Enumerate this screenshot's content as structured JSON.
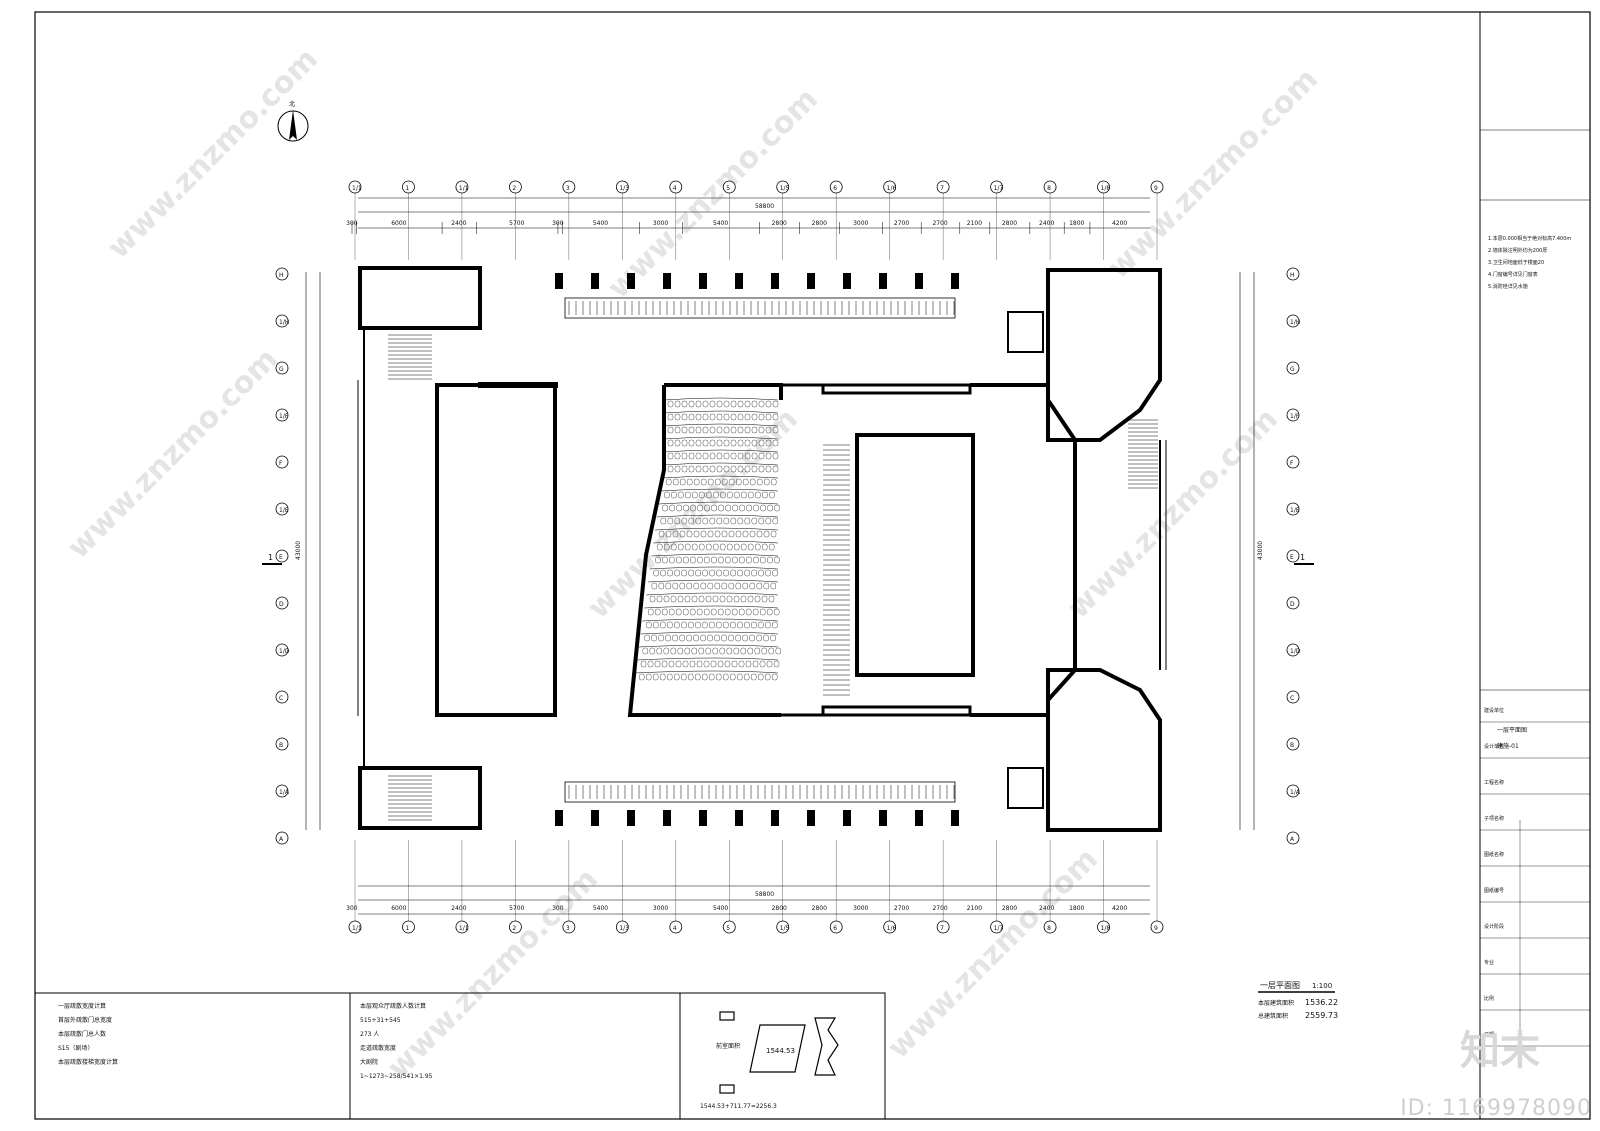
{
  "drawing": {
    "north": "北",
    "overall_dimension": "58800",
    "height_dimension": "43000",
    "top_dimensions": [
      "300",
      "6000",
      "2400",
      "5700",
      "300",
      "5400",
      "3000",
      "5400",
      "2800",
      "2800",
      "3000",
      "2700",
      "2700",
      "2100",
      "2800",
      "2400",
      "1800",
      "4200"
    ],
    "column_axes": [
      "1/1",
      "1",
      "1/1",
      "2",
      "3",
      "1/3",
      "4",
      "5",
      "1/5",
      "6",
      "1/6",
      "7",
      "1/7",
      "8",
      "1/8",
      "9"
    ],
    "row_axes": [
      "H",
      "1/H",
      "G",
      "1/F",
      "F",
      "1/E",
      "E",
      "D",
      "1/D",
      "C",
      "B",
      "1/A",
      "A"
    ],
    "title": "一层平面图",
    "scale": "1:100",
    "area_label_1": "本层建筑面积",
    "area_value_1": "1536.22",
    "area_label_2": "总建筑面积",
    "area_value_2": "2559.73",
    "section_mark": "1"
  },
  "notes_left": [
    "一层疏散宽度计算",
    "首层外疏散门总宽度",
    "本层疏散门总人数",
    "S15（剧场）",
    "本层疏散楼梯宽度计算"
  ],
  "notes_mid": [
    "本层观众厅疏散人数计算",
    "515+31+545",
    "273 人",
    "走道疏散宽度",
    "大剧院",
    "1~1273~258/541×1.95"
  ],
  "area_diagram": {
    "value": "1544.53",
    "label_a": "前室面积",
    "formula": "1544.53+711.77=2256.3"
  },
  "right_notes": [
    "1.本层0.000相当于绝对标高7.400m",
    "2.墙体除注明外均为200厚",
    "3.卫生间地面低于楼面20",
    "4.门窗编号详见门窗表",
    "5.消防栓详见水施"
  ],
  "title_block": {
    "rows": [
      "建设单位",
      "设计单位",
      "工程名称",
      "子项名称",
      "图纸名称",
      "图纸编号",
      "设计阶段",
      "专业",
      "比例",
      "日期"
    ],
    "sheet": "一层平面图",
    "code": "建施-01"
  },
  "watermark": {
    "site": "www.znzmo.com",
    "brand": "知末",
    "id": "ID: 1169978090"
  }
}
